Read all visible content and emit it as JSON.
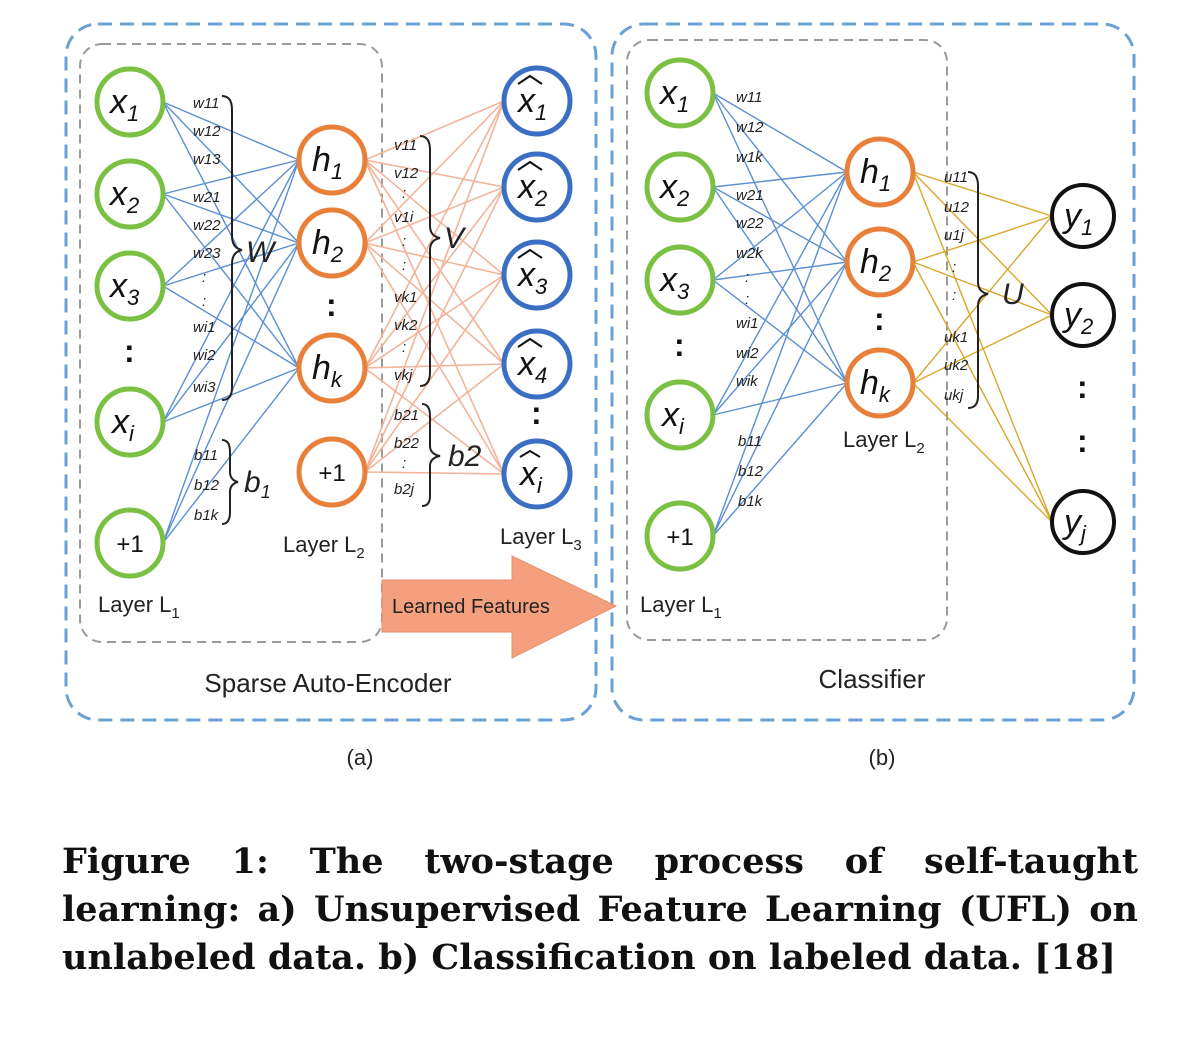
{
  "panel_a": {
    "container_label": "Sparse Auto-Encoder",
    "sublabel": "(a)",
    "layer_l1": "Layer L",
    "layer_l1_sub": "1",
    "layer_l2": "Layer L",
    "layer_l2_sub": "2",
    "layer_l3": "Layer L",
    "layer_l3_sub": "3",
    "inputs": [
      {
        "base": "x",
        "sub": "1"
      },
      {
        "base": "x",
        "sub": "2"
      },
      {
        "base": "x",
        "sub": "3"
      },
      {
        "base": "x",
        "sub": "i"
      }
    ],
    "bias": "+1",
    "hidden": [
      {
        "base": "h",
        "sub": "1"
      },
      {
        "base": "h",
        "sub": "2"
      },
      {
        "base": "h",
        "sub": "k"
      }
    ],
    "hidden_bias": "+1",
    "outputs": [
      {
        "base": "x",
        "sub": "1"
      },
      {
        "base": "x",
        "sub": "2"
      },
      {
        "base": "x",
        "sub": "3"
      },
      {
        "base": "x",
        "sub": "4"
      },
      {
        "base": "x",
        "sub": "i"
      }
    ],
    "w_labels": [
      "w11",
      "w12",
      "w13",
      "w21",
      "w22",
      "w23",
      ":",
      ":",
      "wi1",
      "wi2",
      "wi3"
    ],
    "w_group": "W",
    "b1_labels": [
      "b11",
      "b12",
      "b1k"
    ],
    "b1_group_base": "b",
    "b1_group_sub": "1",
    "v_labels": [
      "v11",
      "v12",
      ":",
      "v1i",
      ":",
      ":",
      "vk1",
      "vk2",
      ":",
      "vkj"
    ],
    "v_group": "V",
    "b2_labels": [
      "b21",
      "b22",
      ":",
      "b2j"
    ],
    "b2_group": "b2",
    "vdots": ":"
  },
  "arrow_label": "Learned Features",
  "panel_b": {
    "container_label": "Classifier",
    "sublabel": "(b)",
    "layer_l1": "Layer L",
    "layer_l1_sub": "1",
    "layer_l2": "Layer L",
    "layer_l2_sub": "2",
    "inputs": [
      {
        "base": "x",
        "sub": "1"
      },
      {
        "base": "x",
        "sub": "2"
      },
      {
        "base": "x",
        "sub": "3"
      },
      {
        "base": "x",
        "sub": "i"
      }
    ],
    "bias": "+1",
    "hidden": [
      {
        "base": "h",
        "sub": "1"
      },
      {
        "base": "h",
        "sub": "2"
      },
      {
        "base": "h",
        "sub": "k"
      }
    ],
    "outputs": [
      {
        "base": "y",
        "sub": "1"
      },
      {
        "base": "y",
        "sub": "2"
      },
      {
        "base": "y",
        "sub": "j"
      }
    ],
    "w_labels": [
      "w11",
      "w12",
      "w1k",
      "w21",
      "w22",
      "w2k",
      ":",
      ":",
      "wi1",
      "wi2",
      "wik"
    ],
    "b_labels": [
      "b11",
      "b12",
      "b1k"
    ],
    "u_labels": [
      "u11",
      "u12",
      "u1j",
      ":",
      ":",
      "uk1",
      "uk2",
      "ukj"
    ],
    "u_group": "U",
    "vdots": ":"
  },
  "caption": "Figure 1:  The two-stage process of self-taught learning: a) Unsupervised Feature Learning (UFL) on unlabeled data.  b) Classification on labeled data. [18]",
  "colors": {
    "input_node": "#7ac143",
    "hidden_node": "#e8803a",
    "output_node_a": "#3a6fc4",
    "output_node_b": "#111111",
    "weights_w": "#5b8fd1",
    "weights_v": "#f2b49a",
    "weights_u": "#d9a62b",
    "container": "#6aa0d4",
    "inner_box": "#9a9a9a",
    "arrow": "#f4a07f"
  }
}
